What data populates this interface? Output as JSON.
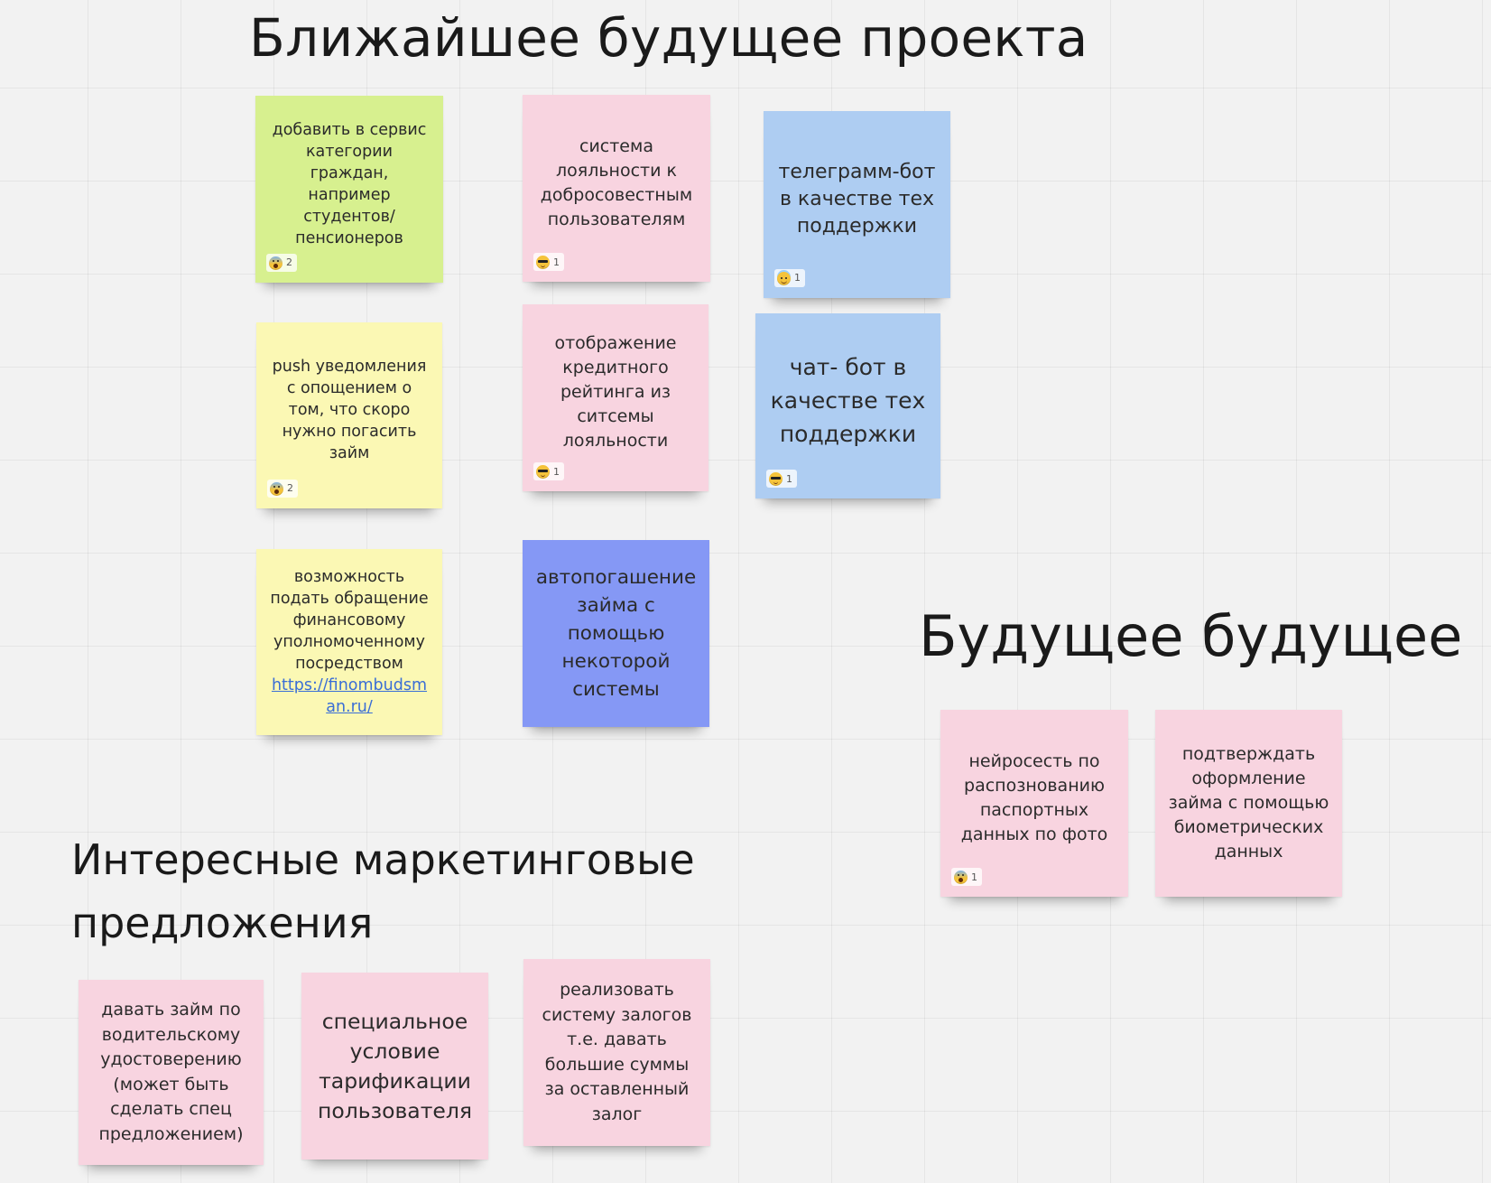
{
  "headings": {
    "near_future": "Ближайшее будущее проекта",
    "future_future": "Будущее будущее",
    "marketing": "Интересные маркетинговые предложения"
  },
  "stickies": {
    "service_categories": {
      "text": "добавить в сервис категории граждан, например студентов/ пенсионеров",
      "color": "#d7f08f",
      "reaction": {
        "icon": "screaming-face-icon",
        "count": "2"
      }
    },
    "loyalty_system": {
      "text": "система лояльности к добросовестным пользователям",
      "color": "#f8d4e0",
      "reaction": {
        "icon": "sunglasses-face-icon",
        "count": "1"
      }
    },
    "telegram_bot": {
      "text": "телеграмм-бот в качестве тех поддержки",
      "color": "#aecdf2",
      "reaction": {
        "icon": "angel-face-icon",
        "count": "1"
      }
    },
    "push_notifications": {
      "text": "push уведомления с опощением о том, что скоро нужно погасить займ",
      "color": "#fbf8b4",
      "reaction": {
        "icon": "screaming-face-icon",
        "count": "2"
      }
    },
    "credit_rating": {
      "text": "отображение кредитного рейтинга из ситсемы лояльности",
      "color": "#f8d4e0",
      "reaction": {
        "icon": "sunglasses-face-icon",
        "count": "1"
      }
    },
    "chat_bot": {
      "text": "чат- бот в качестве тех поддержки",
      "color": "#aecdf2",
      "reaction": {
        "icon": "sunglasses-face-icon",
        "count": "1"
      }
    },
    "ombudsman": {
      "text": "возможность подать обращение финансовому уполномоченному посредством",
      "link": "https://finombudsman.ru/",
      "color": "#fbf8b4"
    },
    "autopay": {
      "text": "автопогашение займа с помощью некоторой системы",
      "color": "#8598f5"
    },
    "passport_nn": {
      "text": "нейросесть по распознованию паспортных данных по фото",
      "color": "#f8d4e0",
      "reaction": {
        "icon": "screaming-face-icon",
        "count": "1"
      }
    },
    "biometric": {
      "text": "подтверждать оформление займа с помощью биометрических данных",
      "color": "#f8d4e0"
    },
    "drivers_license": {
      "text": "давать займ по водительскому удостоверению (может быть сделать спец предложением)",
      "color": "#f8d4e0"
    },
    "special_tariff": {
      "text": "специальное условие тарификации пользователя",
      "color": "#f8d4e0"
    },
    "collateral": {
      "text": "реализовать систему залогов т.е. давать большие суммы за оставленный залог",
      "color": "#f8d4e0"
    }
  }
}
